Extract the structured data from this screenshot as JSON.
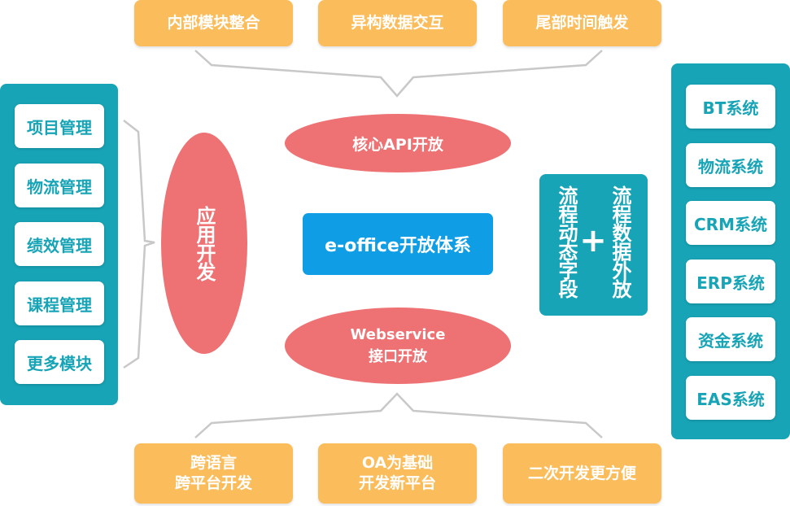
{
  "top_items": [
    "内部模块整合",
    "异构数据交互",
    "尾部时间触发"
  ],
  "bottom_items": [
    "跨语言\n跨平台开发",
    "OA为基础\n开发新平台",
    "二次开发更方便"
  ],
  "left_items": [
    "项目管理",
    "物流管理",
    "绩效管理",
    "课程管理",
    "更多模块"
  ],
  "right_items": [
    "BT系统",
    "物流系统",
    "CRM系统",
    "ERP系统",
    "资金系统",
    "EAS系统"
  ],
  "ellipse_app": "应用开发",
  "ellipse_api": "核心API开放",
  "ellipse_ws": "Webservice\n接口开放",
  "center_title": "e-office开放体系",
  "dynamic_field": "流程动态字段",
  "plus_sign": "+",
  "data_open": "流程数据外放",
  "colors": {
    "orange": "#fbbd5b",
    "teal": "#17a4b6",
    "red_ellipse": "#ee7173",
    "blue": "#0f9ee6",
    "line_gray": "#c8c8c8"
  }
}
